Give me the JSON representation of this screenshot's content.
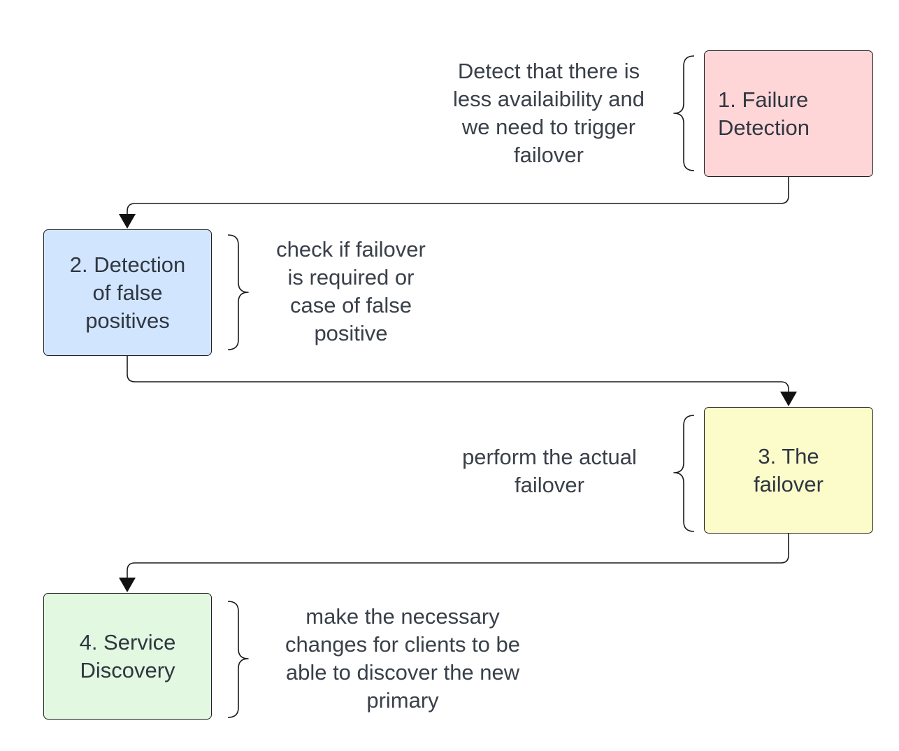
{
  "steps": [
    {
      "id": "step-1",
      "label": "1. Failure\nDetection",
      "fill": "#ffd6d8"
    },
    {
      "id": "step-2",
      "label": "2. Detection\nof false\npositives",
      "fill": "#d2e5ff"
    },
    {
      "id": "step-3",
      "label": "3. The\nfailover",
      "fill": "#fcfccb"
    },
    {
      "id": "step-4",
      "label": "4. Service\nDiscovery",
      "fill": "#e2f8e1"
    }
  ],
  "annotations": [
    {
      "id": "note-1",
      "text": "Detect that there is\nless availaibility and\nwe need to trigger\nfailover"
    },
    {
      "id": "note-2",
      "text": "check if failover\nis required or\ncase of false\npositive"
    },
    {
      "id": "note-3",
      "text": "perform the actual\nfailover"
    },
    {
      "id": "note-4",
      "text": "make the necessary\nchanges for clients to be\nable to discover the new\nprimary"
    }
  ],
  "colors": {
    "connector": "#1a1a1a",
    "text": "#2f3640",
    "background": "#ffffff"
  },
  "icons": {
    "arrowhead": "triangle-arrow-down-icon",
    "bracket": "curly-brace-icon"
  }
}
